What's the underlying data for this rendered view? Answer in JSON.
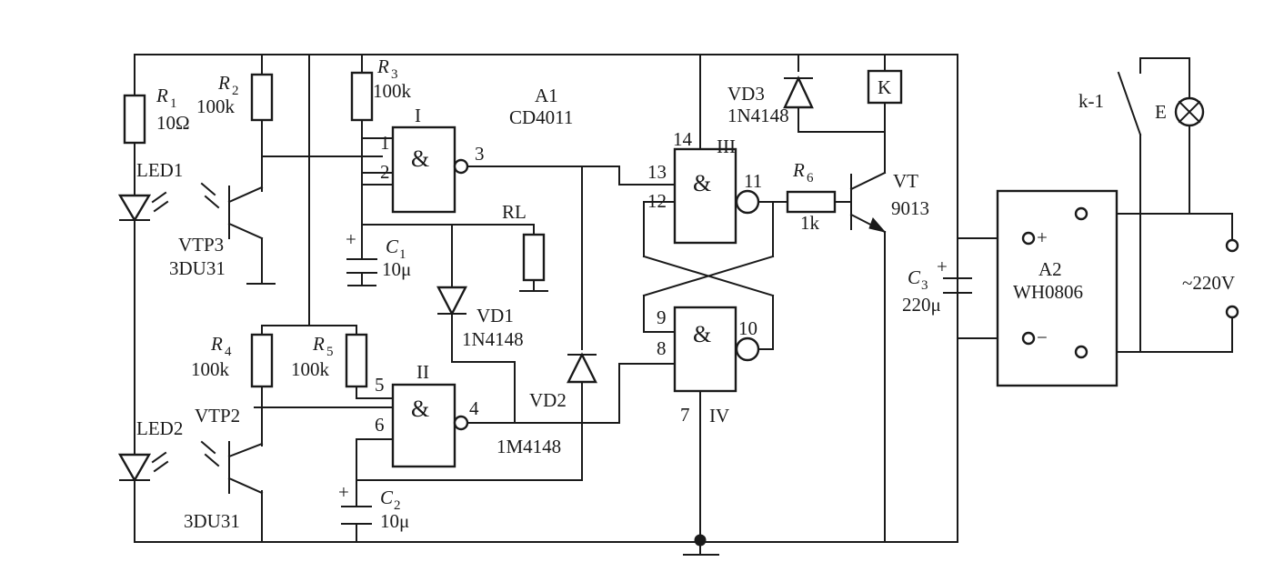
{
  "diagram": {
    "a1": {
      "name": "A1",
      "model": "CD4011"
    },
    "gates": {
      "g1": "I",
      "g2": "II",
      "g3": "III",
      "g4": "IV",
      "symbol": "&"
    },
    "pins": {
      "p1": "1",
      "p2": "2",
      "p3": "3",
      "p4": "4",
      "p5": "5",
      "p6": "6",
      "p7": "7",
      "p8": "8",
      "p9": "9",
      "p10": "10",
      "p11": "11",
      "p12": "12",
      "p13": "13",
      "p14": "14"
    },
    "r1": {
      "letter": "R",
      "idx": "1",
      "value": "10Ω"
    },
    "r2": {
      "letter": "R",
      "idx": "2",
      "value": "100k"
    },
    "r3": {
      "letter": "R",
      "idx": "3",
      "value": "100k"
    },
    "r4": {
      "letter": "R",
      "idx": "4",
      "value": "100k"
    },
    "r5": {
      "letter": "R",
      "idx": "5",
      "value": "100k"
    },
    "r6": {
      "letter": "R",
      "idx": "6",
      "value": "1k"
    },
    "c1": {
      "letter": "C",
      "idx": "1",
      "value": "10μ"
    },
    "c2": {
      "letter": "C",
      "idx": "2",
      "value": "10μ"
    },
    "c3": {
      "letter": "C",
      "idx": "3",
      "value": "220μ"
    },
    "plus": "+",
    "minus": "−",
    "led1": "LED1",
    "led2": "LED2",
    "vtp3": {
      "name": "VTP3",
      "model": "3DU31"
    },
    "vtp2": {
      "name": "VTP2",
      "model": "3DU31"
    },
    "rl": "RL",
    "vd1": {
      "name": "VD1",
      "model": "1N4148"
    },
    "vd2": {
      "name": "VD2",
      "model": "1M4148"
    },
    "vd3": {
      "name": "VD3",
      "model": "1N4148"
    },
    "vt": {
      "name": "VT",
      "model": "9013"
    },
    "relay": "K",
    "a2": {
      "name": "A2",
      "model": "WH0806"
    },
    "k1": "k-1",
    "lamp": "E",
    "mains": "~220V"
  }
}
